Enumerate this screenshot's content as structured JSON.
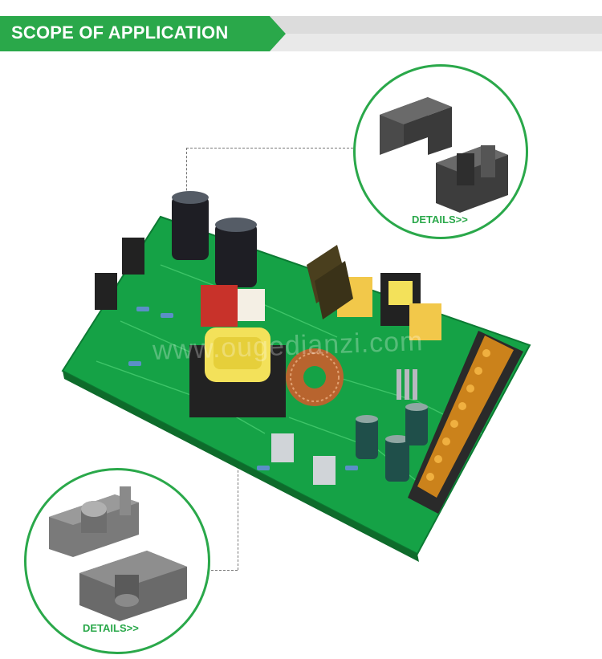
{
  "banner": {
    "title": "SCOPE OF APPLICATION"
  },
  "callouts": {
    "top": {
      "details_label": "DETAILS>>"
    },
    "bottom": {
      "details_label": "DETAILS>>"
    }
  },
  "watermark": "www.ougedianzi.com",
  "colors": {
    "brand_green": "#2aa84a",
    "pcb_green": "#18a84a"
  }
}
